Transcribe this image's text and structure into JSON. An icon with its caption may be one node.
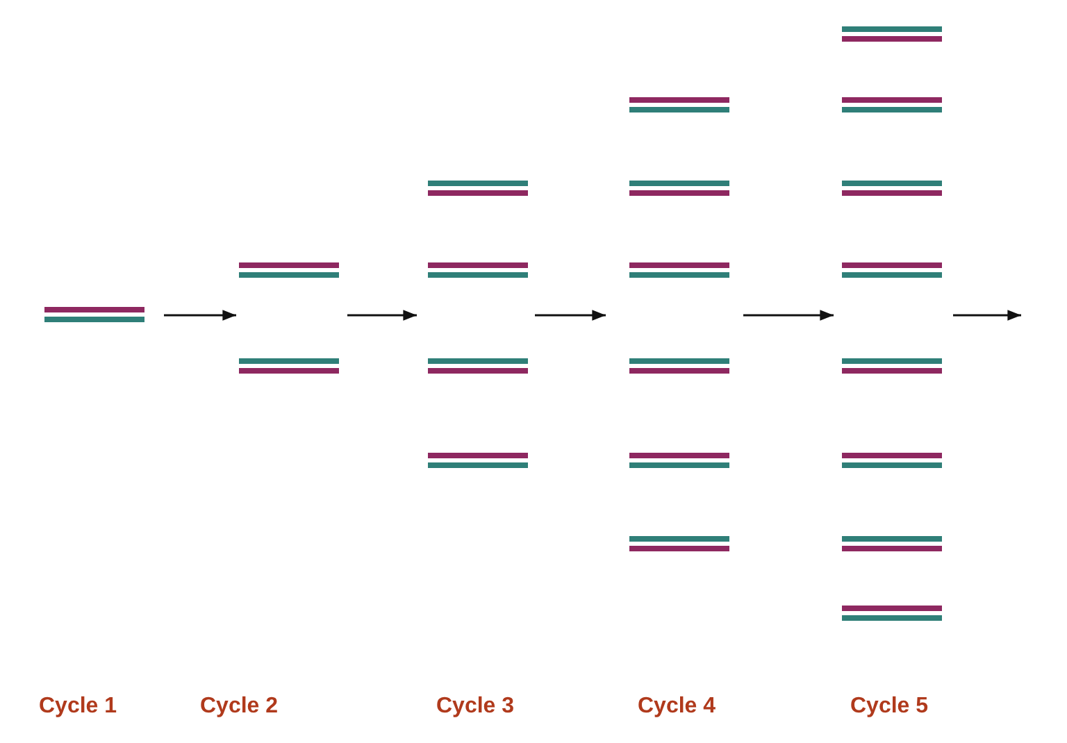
{
  "diagram": {
    "nodes": [
      {
        "text": [
          "Cycle 1"
        ]
      },
      {
        "text": [],
        "shape": "bar",
        "in": 0
      },
      {
        "text": [
          "Cycle 2"
        ]
      },
      {
        "text": [],
        "shape": "bar",
        "in": 2
      },
      {
        "text": [],
        "shape": "bar",
        "in": 2
      },
      {
        "text": [
          "Cycle 3"
        ]
      },
      {
        "text": [],
        "shape": "bar",
        "in": 5
      },
      {
        "text": [],
        "shape": "bar",
        "in": 5
      },
      {
        "text": [],
        "shape": "bar",
        "in": 5
      },
      {
        "text": [],
        "shape": "bar",
        "in": 5
      },
      {
        "text": [
          "Cycle 4"
        ]
      },
      {
        "text": [],
        "shape": "bar",
        "in": 10
      },
      {
        "text": [],
        "shape": "bar",
        "in": 10
      },
      {
        "text": [],
        "shape": "bar",
        "in": 10
      },
      {
        "text": [],
        "shape": "bar",
        "in": 10
      },
      {
        "text": [],
        "shape": "bar",
        "in": 10
      },
      {
        "text": [],
        "shape": "bar",
        "in": 10
      },
      {
        "text": [
          "Cycle 5"
        ]
      },
      {
        "text": [],
        "shape": "bar",
        "in": 17
      },
      {
        "text": [],
        "shape": "bar",
        "in": 17
      },
      {
        "text": [],
        "shape": "bar",
        "in": 17
      },
      {
        "text": [],
        "shape": "bar",
        "in": 17
      },
      {
        "text": [],
        "shape": "bar",
        "in": 17
      },
      {
        "text": [],
        "shape": "bar",
        "in": 17
      },
      {
        "text": [],
        "shape": "bar",
        "in": 17
      },
      {
        "text": [],
        "shape": "bar",
        "in": 17
      }
    ],
    "edges": [
      {
        "from": 0,
        "to": 2,
        "arrow": "to"
      },
      {
        "from": 2,
        "to": 5,
        "arrow": "to"
      },
      {
        "from": 5,
        "to": 10,
        "arrow": "to"
      },
      {
        "from": 10,
        "to": 17,
        "arrow": "to"
      },
      {
        "from": 17,
        "to": null,
        "arrow": "to"
      }
    ]
  }
}
